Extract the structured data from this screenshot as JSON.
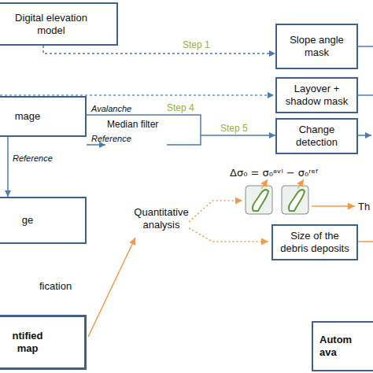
{
  "diagram": {
    "nodes": [
      {
        "text": [
          "Digital elevation model"
        ]
      },
      {
        "text": [
          "Slope angle mask"
        ]
      },
      {
        "text": [
          "Layover + shadow mask"
        ]
      },
      {
        "text": [
          "mage"
        ]
      },
      {
        "text": [
          "Change detection"
        ]
      },
      {
        "text": [
          "ge"
        ]
      },
      {
        "text": [
          "ntified map"
        ]
      },
      {
        "text": [
          "Size of the debris deposits"
        ]
      },
      {
        "text": [
          "Autom ava"
        ]
      }
    ],
    "edges": [
      {
        "from": 0,
        "to": 1,
        "label": "Step 1",
        "arrow": "to"
      },
      {
        "from": 3,
        "to": 4,
        "arrow": "to"
      },
      {
        "from": 3,
        "to": 5,
        "label": "Reference",
        "arrow": "to"
      }
    ],
    "labels": [
      "Avalanche",
      "Median filter",
      "Reference",
      "Step 4",
      "Step 5",
      "fication",
      "Quantitative analysis",
      "Δσ₀ = σ₀ᵃᵛˡ − σ₀ʳᵉᶠ",
      "Th"
    ]
  }
}
